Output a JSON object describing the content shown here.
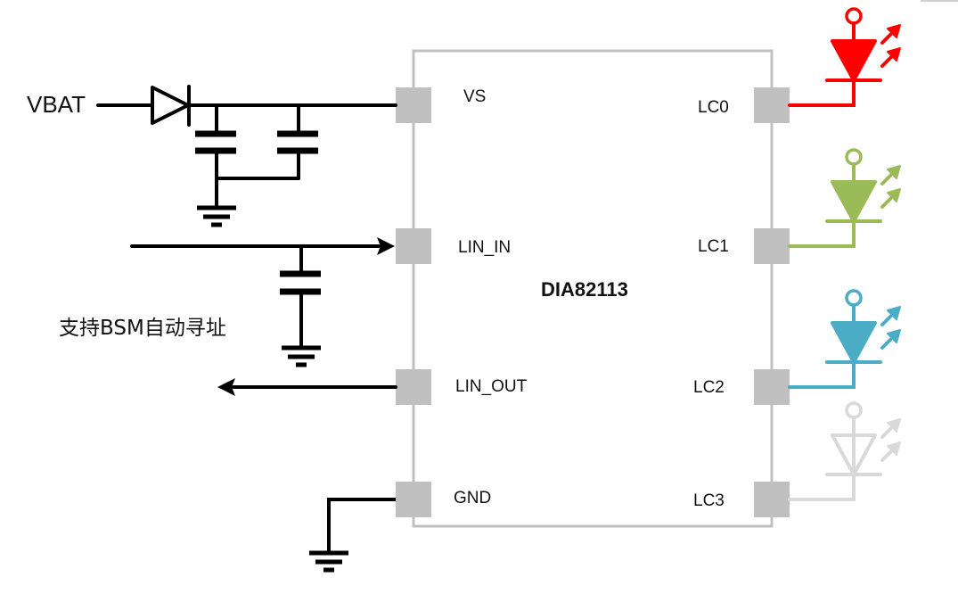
{
  "chip": {
    "name": "DIA82113",
    "left_pins": [
      {
        "label": "VS"
      },
      {
        "label": "LIN_IN"
      },
      {
        "label": "LIN_OUT"
      },
      {
        "label": "GND"
      }
    ],
    "right_pins": [
      {
        "label": "LC0",
        "led_color": "#ff0000",
        "led_state": "on"
      },
      {
        "label": "LC1",
        "led_color": "#9bbb59",
        "led_state": "on"
      },
      {
        "label": "LC2",
        "led_color": "#4bacc6",
        "led_state": "on"
      },
      {
        "label": "LC3",
        "led_color": "#d9d9d9",
        "led_state": "off"
      }
    ]
  },
  "supply": {
    "label": "VBAT"
  },
  "note": {
    "text": "支持BSM自动寻址"
  },
  "colors": {
    "wire": "#000000",
    "chip_outline": "#c0c0c0",
    "pin": "#c0c0c0"
  }
}
